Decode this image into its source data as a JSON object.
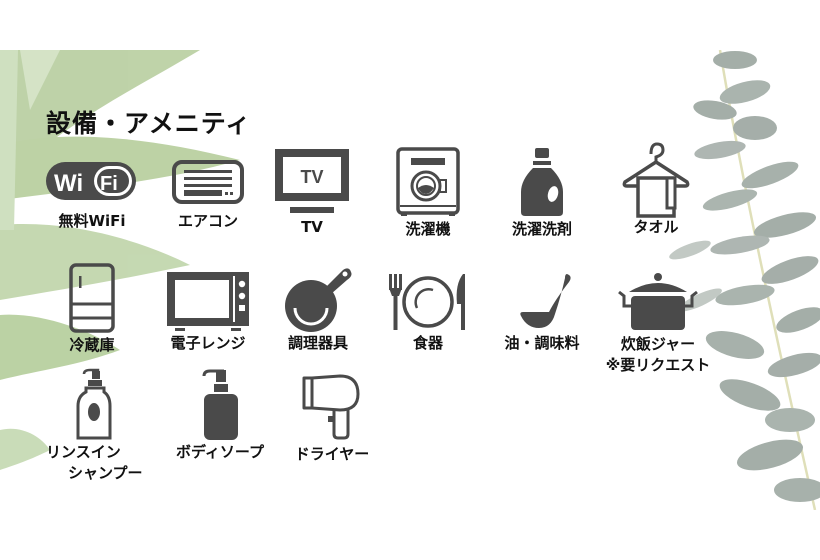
{
  "title": "設備・アメニティ",
  "colors": {
    "icon": "#4a4a4a",
    "text": "#111111",
    "leaf_left": "#9fbf7f",
    "leaf_right": "#8f9a92"
  },
  "amenities": [
    {
      "id": "wifi",
      "icon": "wifi-icon",
      "label": "無料WiFi",
      "icon_text_1": "Wi",
      "icon_text_2": "Fi"
    },
    {
      "id": "aircon",
      "icon": "air-conditioner-icon",
      "label": "エアコン"
    },
    {
      "id": "tv",
      "icon": "tv-icon",
      "label": "TV",
      "icon_text": "TV"
    },
    {
      "id": "washing-machine",
      "icon": "washing-machine-icon",
      "label": "洗濯機"
    },
    {
      "id": "detergent",
      "icon": "detergent-bottle-icon",
      "label": "洗濯洗剤"
    },
    {
      "id": "towel",
      "icon": "towel-hanger-icon",
      "label": "タオル"
    },
    {
      "id": "fridge",
      "icon": "refrigerator-icon",
      "label": "冷蔵庫"
    },
    {
      "id": "microwave",
      "icon": "microwave-icon",
      "label": "電子レンジ"
    },
    {
      "id": "cookware",
      "icon": "frying-pan-icon",
      "label": "調理器具"
    },
    {
      "id": "tableware",
      "icon": "plate-cutlery-icon",
      "label": "食器"
    },
    {
      "id": "seasoning",
      "icon": "ladle-icon",
      "label": "油・調味料"
    },
    {
      "id": "rice-cooker",
      "icon": "pot-icon",
      "label": "炊飯ジャー",
      "note": "※要リクエスト"
    },
    {
      "id": "rinse-shampoo",
      "icon": "shampoo-bottle-icon",
      "label": "リンスイン",
      "label_line2": "シャンプー"
    },
    {
      "id": "body-soap",
      "icon": "pump-bottle-icon",
      "label": "ボディソープ"
    },
    {
      "id": "dryer",
      "icon": "hair-dryer-icon",
      "label": "ドライヤー"
    }
  ]
}
